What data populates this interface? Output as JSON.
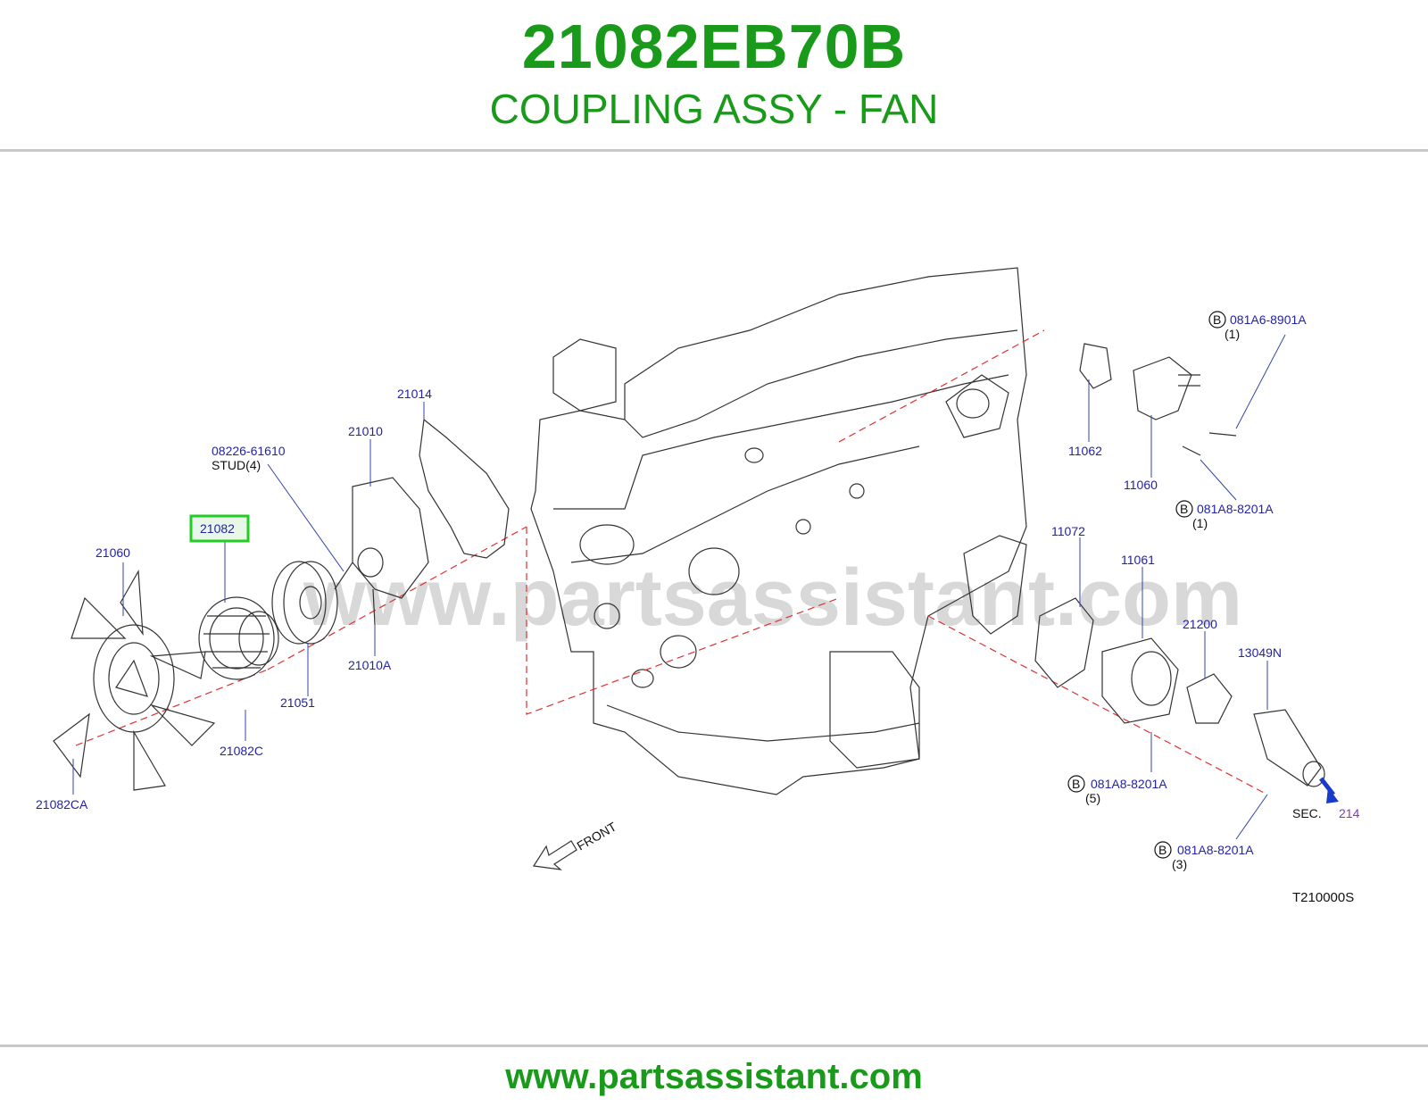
{
  "header": {
    "part_number": "21082EB70B",
    "part_name": "COUPLING ASSY - FAN"
  },
  "footer": {
    "website": "www.partsassistant.com"
  },
  "diagram": {
    "watermark": "www.partsassistant.com",
    "figure_code": "T210000S",
    "front_label": "FRONT",
    "sec_label": "SEC.",
    "sec_ref": "214",
    "bolt_marker": "B",
    "highlight_color": "#22cc22",
    "label_color": "#2222aa",
    "callouts": {
      "c21014": "21014",
      "c21010": "21010",
      "c08226": "08226-61610",
      "stud": "STUD(4)",
      "c21082": "21082",
      "c21060": "21060",
      "c21051": "21051",
      "c21010A": "21010A",
      "c21082C": "21082C",
      "c21082CA": "21082CA",
      "c081A6": "081A6-8901A",
      "q1a": "(1)",
      "c11062": "11062",
      "c11060": "11060",
      "c081A8a": "081A8-8201A",
      "q1b": "(1)",
      "c11072": "11072",
      "c11061": "11061",
      "c21200": "21200",
      "c13049N": "13049N",
      "c081A8b": "081A8-8201A",
      "q5": "(5)",
      "c081A8c": "081A8-8201A",
      "q3": "(3)"
    }
  }
}
